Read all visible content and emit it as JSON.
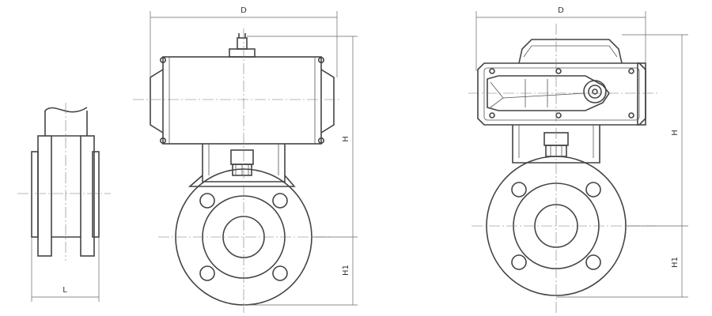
{
  "labels": {
    "side_width": "L",
    "pneumatic_width": "D",
    "pneumatic_height": "H",
    "pneumatic_lower_height": "H1",
    "electric_width": "D",
    "electric_height": "H",
    "electric_lower_height": "H1"
  },
  "colors": {
    "line": "#444444",
    "background": "#ffffff"
  }
}
